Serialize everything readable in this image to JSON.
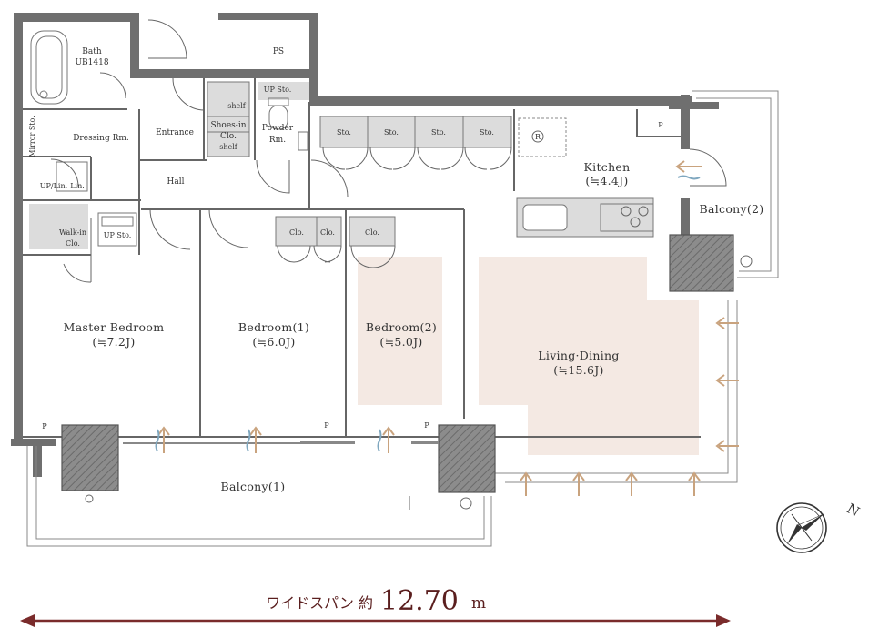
{
  "rooms": {
    "bath": "Bath",
    "bath_unit": "UB1418",
    "ps": "PS",
    "dressing": "Dressing Rm.",
    "mirror_sto": "Mirror Sto.",
    "up_lin": "UP/Lin.",
    "lin": "Lin.",
    "walkin_1": "Walk-in",
    "walkin_2": "Clo.",
    "up_sto_laundry": "UP Sto.",
    "entrance": "Entrance",
    "hall": "Hall",
    "shelf_top": "shelf",
    "shoes_in_1": "Shoes-in",
    "shoes_in_2": "Clo.",
    "shelf_bottom": "shelf",
    "up_sto_powder": "UP Sto.",
    "powder_1": "Powder",
    "powder_2": "Rm.",
    "sto_labels": [
      "Sto.",
      "Sto.",
      "Sto.",
      "Sto."
    ],
    "fridge_mark": "R",
    "kitchen": "Kitchen",
    "kitchen_size": "(≒4.4J)",
    "balcony2": "Balcony(2)",
    "clo_labels": [
      "Clo.",
      "Clo.",
      "Clo."
    ],
    "master": "Master Bedroom",
    "master_size": "(≒7.2J)",
    "bedroom1": "Bedroom(1)",
    "bedroom1_size": "(≒6.0J)",
    "bedroom2": "Bedroom(2)",
    "bedroom2_size": "(≒5.0J)",
    "living": "Living·Dining",
    "living_size": "(≒15.6J)",
    "balcony1": "Balcony(1)",
    "p_labels": [
      "P",
      "P",
      "P",
      "P"
    ]
  },
  "compass": {
    "north_label": "N"
  },
  "span": {
    "label": "ワイドスパン 約",
    "value": "12.70",
    "unit": "m"
  },
  "colors": {
    "wall": "#6f6f6f",
    "pink_area": "#f4e9e3",
    "arrow_warm": "#c9a37e",
    "arrow_cool": "#7fa7bf",
    "span_line": "#7a2b2b"
  }
}
